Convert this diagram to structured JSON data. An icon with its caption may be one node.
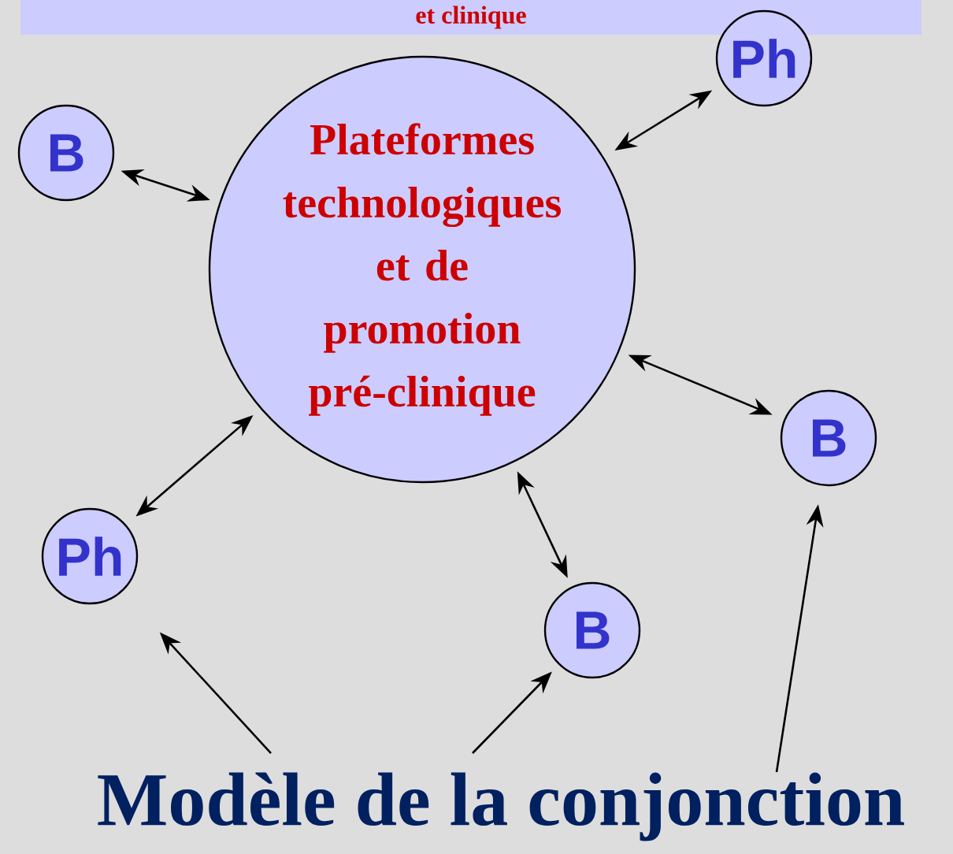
{
  "diagram": {
    "nodes": [
      {
        "text": [
          "et clinique"
        ]
      },
      {
        "text": [
          "Ph"
        ]
      },
      {
        "text": [
          "B"
        ]
      },
      {
        "text": [
          "Plateformes technologiques et de promotion pré-clinique"
        ]
      },
      {
        "text": [
          "B"
        ]
      },
      {
        "text": [
          "Ph"
        ]
      },
      {
        "text": [
          "B"
        ]
      },
      {
        "text": [
          "Modèle de la conjonction"
        ]
      }
    ],
    "edges": [
      {
        "from": 2,
        "to": 3,
        "arrow": "both"
      },
      {
        "from": 1,
        "to": 3,
        "arrow": "both"
      },
      {
        "from": 3,
        "to": 4,
        "arrow": "both"
      },
      {
        "from": 5,
        "to": 3,
        "arrow": "both"
      },
      {
        "from": 3,
        "to": 6,
        "arrow": "both"
      },
      {
        "from": 7,
        "to": 5,
        "arrow": "to"
      },
      {
        "from": 7,
        "to": 6,
        "arrow": "to"
      },
      {
        "from": 7,
        "to": 4,
        "arrow": "to"
      }
    ]
  }
}
